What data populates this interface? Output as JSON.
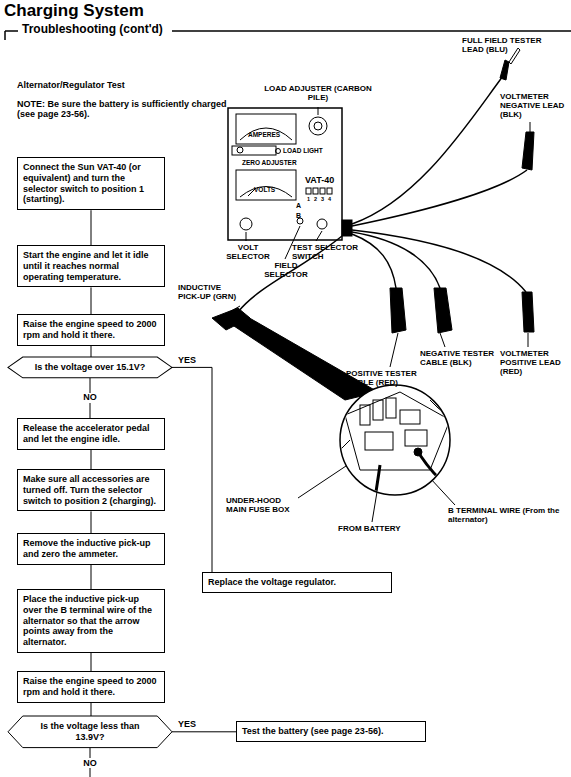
{
  "diagram": {
    "title": "Charging System",
    "nodes": [
      {
        "text": [
          "Connect the Sun VAT-40 (or equivalent) and turn the selector switch to position 1 (starting)."
        ]
      },
      {
        "text": [
          "Start the engine and let it idle until it reaches normal operating temperature."
        ]
      },
      {
        "text": [
          "Raise the engine speed to 2000 rpm and hold it there."
        ]
      },
      {
        "text": [
          "Is the voltage over 15.1V?"
        ]
      },
      {
        "text": [
          "Release the accelerator pedal and let the engine idle."
        ]
      },
      {
        "text": [
          "Make sure all accessories are turned off. Turn the selector switch to position 2 (charging)."
        ]
      },
      {
        "text": [
          "Remove the inductive pick-up and zero the ammeter."
        ]
      },
      {
        "text": [
          "Replace the voltage regulator."
        ]
      },
      {
        "text": [
          "Place the inductive pick-up over the B terminal wire of the alternator so that the arrow points away from the alternator."
        ]
      },
      {
        "text": [
          "Raise the engine speed to 2000 rpm and hold it there."
        ]
      },
      {
        "text": [
          "Is the voltage less than 13.9V?"
        ]
      },
      {
        "text": [
          "Test the battery (see page 23-56)."
        ]
      }
    ],
    "edges": [
      {
        "from": 0,
        "to": 1,
        "arrow": "none"
      },
      {
        "from": 1,
        "to": 2,
        "arrow": "none"
      },
      {
        "from": 2,
        "to": 3,
        "arrow": "none"
      },
      {
        "from": 3,
        "to": 4,
        "label": "NO",
        "arrow": "none"
      },
      {
        "from": 3,
        "to": 7,
        "label": "YES",
        "arrow": "none"
      },
      {
        "from": 4,
        "to": 5,
        "arrow": "none"
      },
      {
        "from": 5,
        "to": 6,
        "arrow": "none"
      },
      {
        "from": 6,
        "to": 8,
        "arrow": "none"
      },
      {
        "from": 8,
        "to": 9,
        "arrow": "none"
      },
      {
        "from": 9,
        "to": 10,
        "arrow": "none"
      },
      {
        "from": 10,
        "to": 11,
        "label": "YES",
        "arrow": "none"
      }
    ],
    "labels": [
      "Troubleshooting (cont'd)",
      "Alternator/Regulator Test",
      "NOTE: Be sure the battery is sufficiently charged (see page 23-56).",
      "NO",
      "LOAD ADJUSTER (CARBON PILE)",
      "FULL FIELD TESTER LEAD (BLU)",
      "VOLTMETER NEGATIVE LEAD (BLK)",
      "AMPERES",
      "LOAD LIGHT",
      "ZERO ADJUSTER",
      "VOLTS",
      "VAT-40",
      "1",
      "2",
      "3",
      "4",
      "A",
      "B",
      "VOLT SELECTOR",
      "TEST SELECTOR SWITCH",
      "FIELD SELECTOR",
      "INDUCTIVE PICK-UP (GRN)",
      "NEGATIVE TESTER CABLE (BLK)",
      "POSITIVE TESTER CABLE (RED)",
      "VOLTMETER POSITIVE LEAD (RED)",
      "UNDER-HOOD MAIN FUSE BOX",
      "B TERMINAL WIRE (From the alternator)",
      "FROM BATTERY"
    ]
  }
}
